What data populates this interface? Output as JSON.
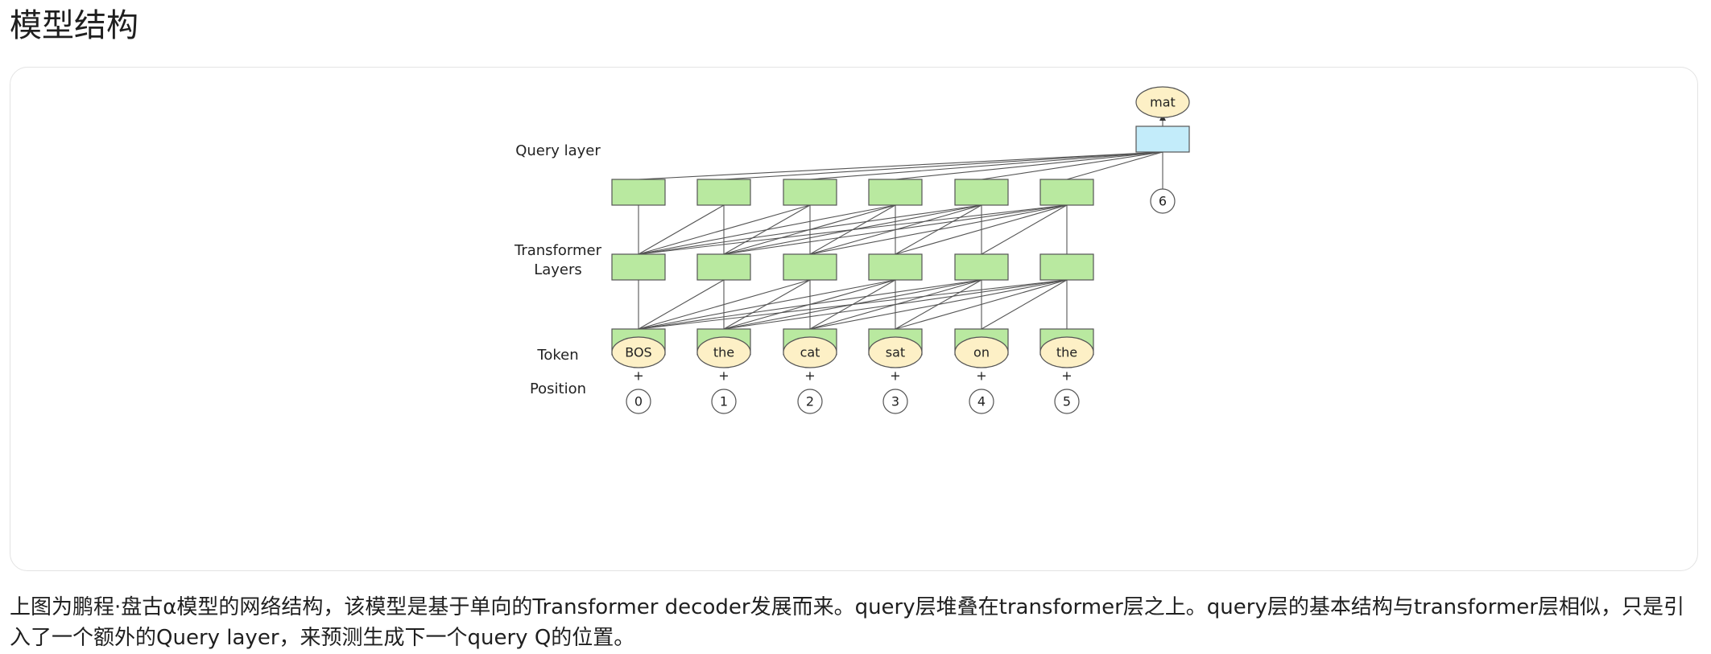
{
  "page": {
    "title": "模型结构"
  },
  "diagram": {
    "row_labels": {
      "query": "Query layer",
      "transformer_line1": "Transformer",
      "transformer_line2": "Layers",
      "token": "Token",
      "position": "Position"
    },
    "tokens": [
      "BOS",
      "the",
      "cat",
      "sat",
      "on",
      "the"
    ],
    "positions": [
      "0",
      "1",
      "2",
      "3",
      "4",
      "5"
    ],
    "plus": "+",
    "query_output": "mat",
    "query_position": "6",
    "colors": {
      "block_fill": "#b9e9a0",
      "query_fill": "#c3ecfa",
      "token_fill": "#fdf0c6",
      "stroke": "#555555"
    }
  },
  "caption": {
    "text": "上图为鹏程·盘古α模型的网络结构，该模型是基于单向的Transformer decoder发展而来。query层堆叠在transformer层之上。query层的基本结构与transformer层相似，只是引入了一个额外的Query layer，来预测生成下一个query Q的位置。"
  }
}
